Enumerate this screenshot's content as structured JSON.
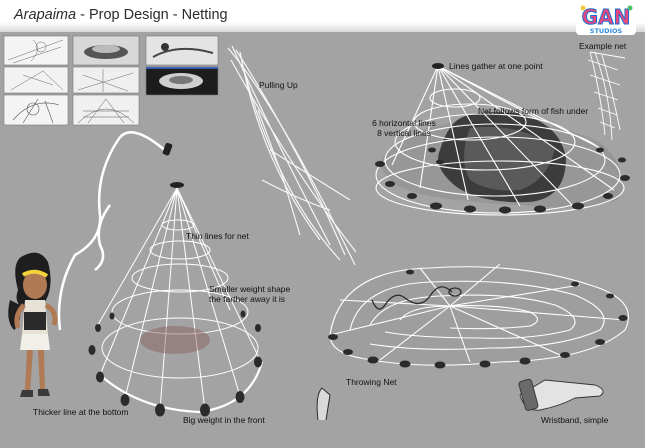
{
  "header": {
    "title_italic": "Arapaima",
    "title_rest": " - Prop Design - Netting",
    "logo_text": "GAN",
    "logo_sub": "STUDIOS"
  },
  "annotations": {
    "pulling_up": "Pulling Up",
    "lines_gather": "Lines gather at one point",
    "example_net": "Example net",
    "net_follows": "Net follows form of fish under",
    "horizontal_lines": "6 horizontal lines",
    "vertical_lines": "8 vertical lines",
    "thin_lines": "Thin lines for net",
    "smaller_weight_1": "Smaller weight shape",
    "smaller_weight_2": "the farther away it is",
    "throwing_net": "Throwing Net",
    "thicker_line": "Thicker line at the bottom",
    "big_weight": "Big weight in the front",
    "wristband": "Wristband, simple"
  },
  "colors": {
    "background": "#a3a3a3",
    "header": "#ffffff",
    "net_line": "#ffffff",
    "weight": "#2b2b2b"
  }
}
